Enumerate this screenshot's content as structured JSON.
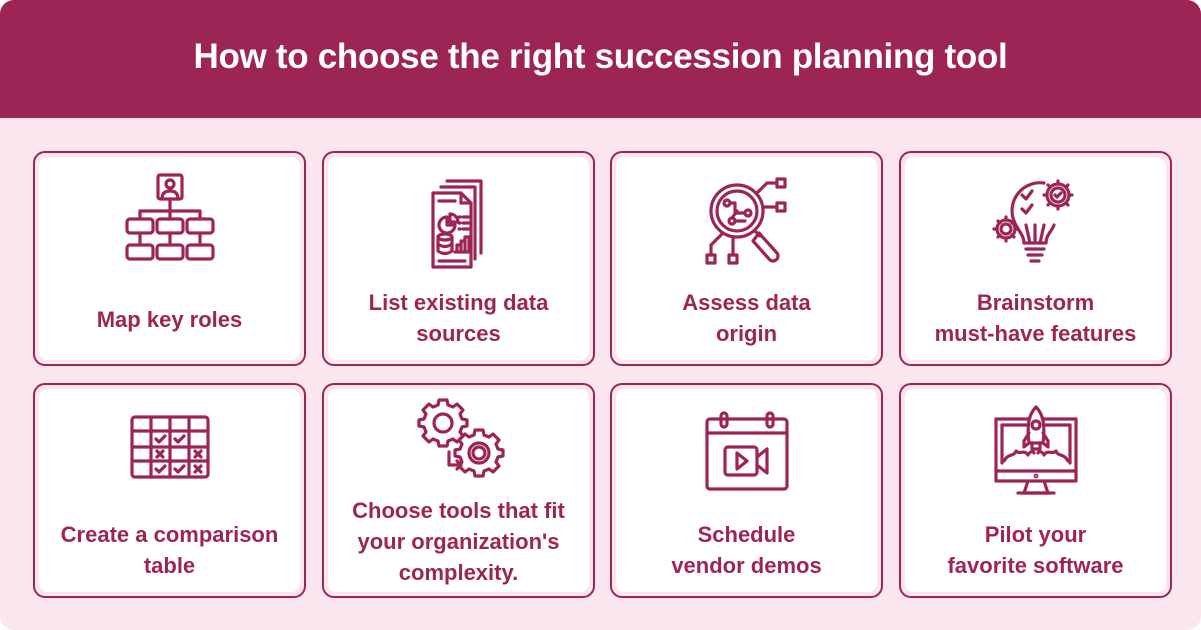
{
  "header": {
    "title": "How to choose the right succession planning tool"
  },
  "colors": {
    "primary": "#9c2556",
    "background": "#fbe6ef",
    "card": "#ffffff"
  },
  "steps": [
    {
      "label_lines": [
        "Map key roles"
      ],
      "icon": "org-chart-icon"
    },
    {
      "label_lines": [
        "List existing data",
        "sources"
      ],
      "icon": "data-documents-icon"
    },
    {
      "label_lines": [
        "Assess data",
        "origin"
      ],
      "icon": "magnifier-network-icon"
    },
    {
      "label_lines": [
        "Brainstorm",
        "must-have features"
      ],
      "icon": "lightbulb-gears-icon"
    },
    {
      "label_lines": [
        "Create a comparison",
        "table"
      ],
      "icon": "comparison-table-icon"
    },
    {
      "label_lines": [
        "Choose tools that fit",
        "your organization's",
        "complexity."
      ],
      "icon": "gears-arrow-icon"
    },
    {
      "label_lines": [
        "Schedule",
        "vendor demos"
      ],
      "icon": "calendar-video-icon"
    },
    {
      "label_lines": [
        "Pilot your",
        "favorite software"
      ],
      "icon": "monitor-rocket-icon"
    }
  ]
}
